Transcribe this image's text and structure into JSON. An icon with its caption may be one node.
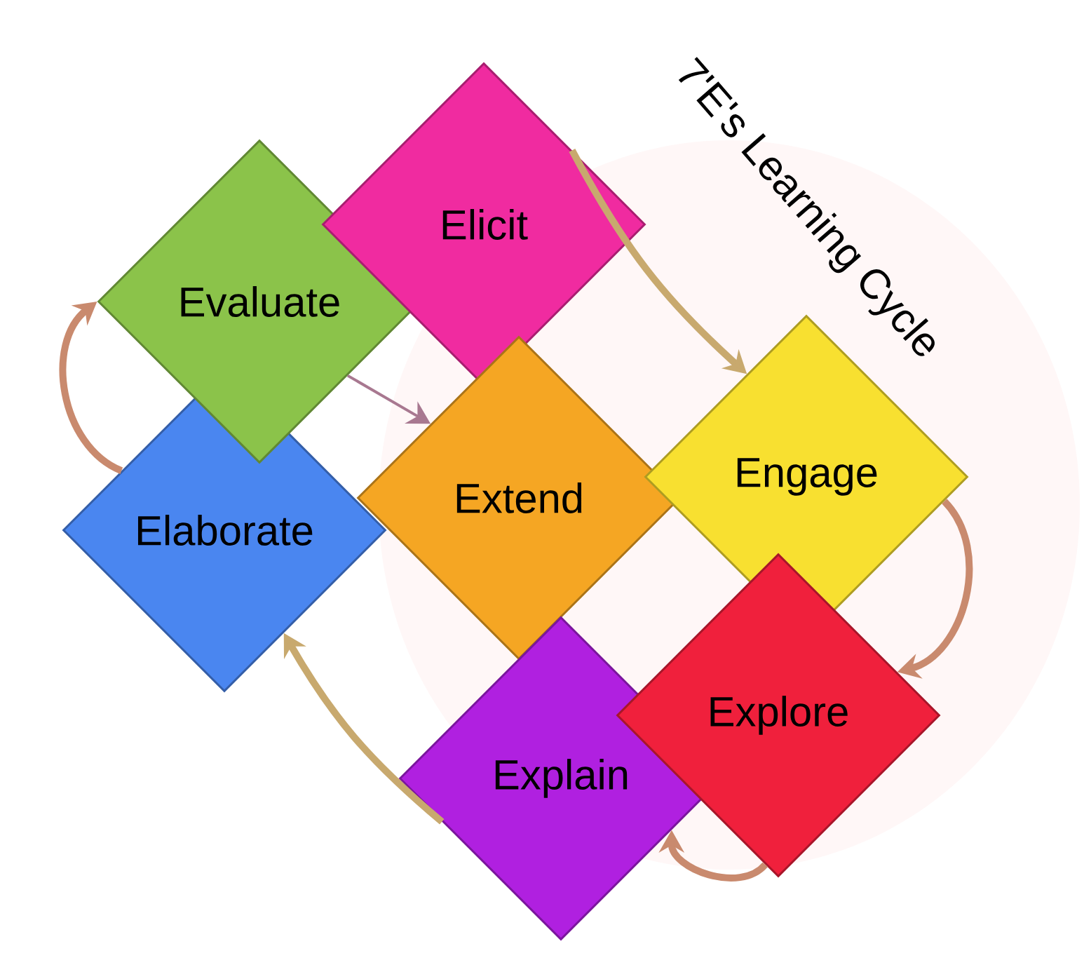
{
  "diagram": {
    "title": "7'E's Learning Cycle",
    "nodes": [
      {
        "text": [
          "Elicit"
        ]
      },
      {
        "text": [
          "Evaluate"
        ]
      },
      {
        "text": [
          "Elaborate"
        ]
      },
      {
        "text": [
          "Extend"
        ]
      },
      {
        "text": [
          "Engage"
        ]
      },
      {
        "text": [
          "Explore"
        ]
      },
      {
        "text": [
          "Explain"
        ]
      }
    ],
    "edges": [
      {
        "from": 0,
        "to": 4,
        "arrow": "to",
        "color": "#c8a96e"
      },
      {
        "from": 4,
        "to": 5,
        "arrow": "to"
      },
      {
        "from": 5,
        "to": 6,
        "arrow": "to"
      },
      {
        "from": 6,
        "to": 2,
        "arrow": "to",
        "color": "#c8a96e"
      },
      {
        "from": 2,
        "to": 1,
        "arrow": "to"
      },
      {
        "from": 1,
        "to": 3,
        "arrow": "to",
        "color": "#a87890"
      }
    ]
  }
}
